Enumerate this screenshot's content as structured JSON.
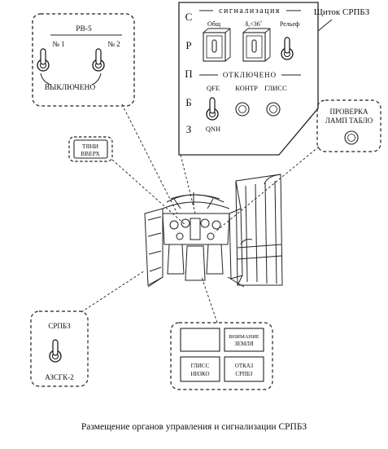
{
  "rv5_panel": {
    "title": "РВ-5",
    "switch1_label": "№ 1",
    "switch2_label": "№ 2",
    "state_label": "ВЫКЛЮЧЕНО"
  },
  "srpbz_panel": {
    "side_letters": [
      "С",
      "Р",
      "П",
      "Б",
      "З"
    ],
    "signal_header": "сигнализация",
    "signal_items": [
      "Общ",
      "δ,<36˚",
      "Рельеф"
    ],
    "off_label": "ОТКЛЮЧЕНО",
    "qfe_label": "QFE",
    "qnh_label": "QNH",
    "kontr_label": "КОНТР",
    "gliss_label": "ГЛИСС",
    "title": "Щиток СРПБЗ"
  },
  "pull_up_lamp": {
    "line1": "ТЯНИ",
    "line2": "ВВЕРХ"
  },
  "lamp_test": {
    "line1": "ПРОВЕРКА",
    "line2": "ЛАМП ТАБЛО"
  },
  "azs_panel": {
    "title": "СРПБЗ",
    "label": "АЗСГК-2"
  },
  "annunciator": {
    "cell_top_left": "",
    "cell_top_right": [
      "ВНИМАНИЕ",
      "ЗЕМЛЯ"
    ],
    "cell_bottom_left": [
      "ГЛИСС",
      "НИЗКО"
    ],
    "cell_bottom_right": [
      "ОТКАЗ",
      "СРПБЗ"
    ]
  },
  "caption": "Размещение органов управления и сигнализации СРПБЗ"
}
